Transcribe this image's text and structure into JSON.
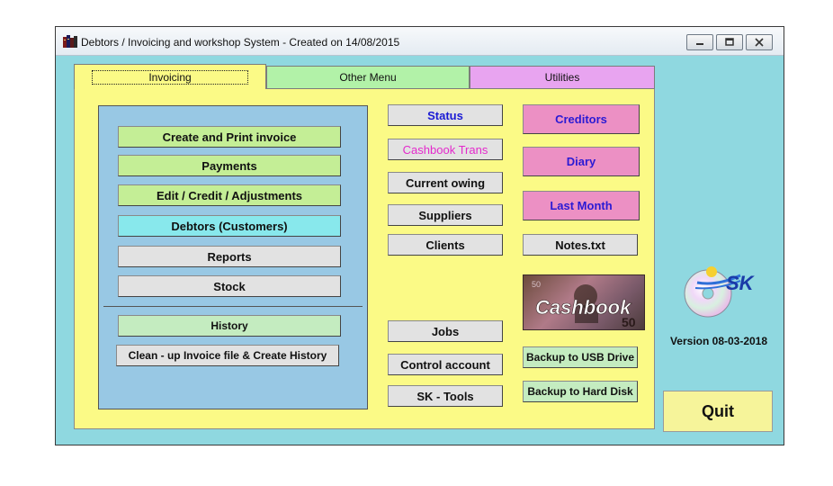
{
  "window": {
    "title": "Debtors / Invoicing  and workshop System - Created on 14/08/2015",
    "controls": [
      "minimize-icon",
      "maximize-icon",
      "close-icon"
    ]
  },
  "tabs": [
    {
      "label": "Invoicing",
      "active": true,
      "color": "#fbfa86"
    },
    {
      "label": "Other Menu",
      "active": false,
      "color": "#b2f2a8"
    },
    {
      "label": "Utilities",
      "active": false,
      "color": "#e8a4f0"
    }
  ],
  "invoicing_box": {
    "create_print": "Create and Print invoice",
    "payments": "Payments",
    "edit_credit": "Edit / Credit /  Adjustments",
    "debtors": "Debtors (Customers)",
    "reports": "Reports",
    "stock": "Stock",
    "history": "History",
    "cleanup": "Clean - up Invoice file & Create History"
  },
  "middle_column": {
    "status": "Status",
    "cashbook_trans": "Cashbook Trans",
    "current_owing": "Current owing",
    "suppliers": "Suppliers",
    "clients": "Clients",
    "jobs": "Jobs",
    "control_account": "Control account",
    "sk_tools": "SK - Tools"
  },
  "right_column": {
    "creditors": "Creditors",
    "diary": "Diary",
    "last_month": "Last Month",
    "notes": "Notes.txt",
    "cashbook_image_text": "Cashbook",
    "cashbook_note_value": "50",
    "backup_usb": "Backup to USB Drive",
    "backup_hdd": "Backup to Hard Disk"
  },
  "sidebar": {
    "logo_text": "SK",
    "version": "Version  08-03-2018",
    "quit": "Quit"
  },
  "colors": {
    "window_bg": "#8fd8e0",
    "panel_bg": "#fbfa86",
    "invoice_box_bg": "#98c8e4",
    "pink_button": "#ec90c4",
    "link_blue": "#1a1ad4"
  }
}
